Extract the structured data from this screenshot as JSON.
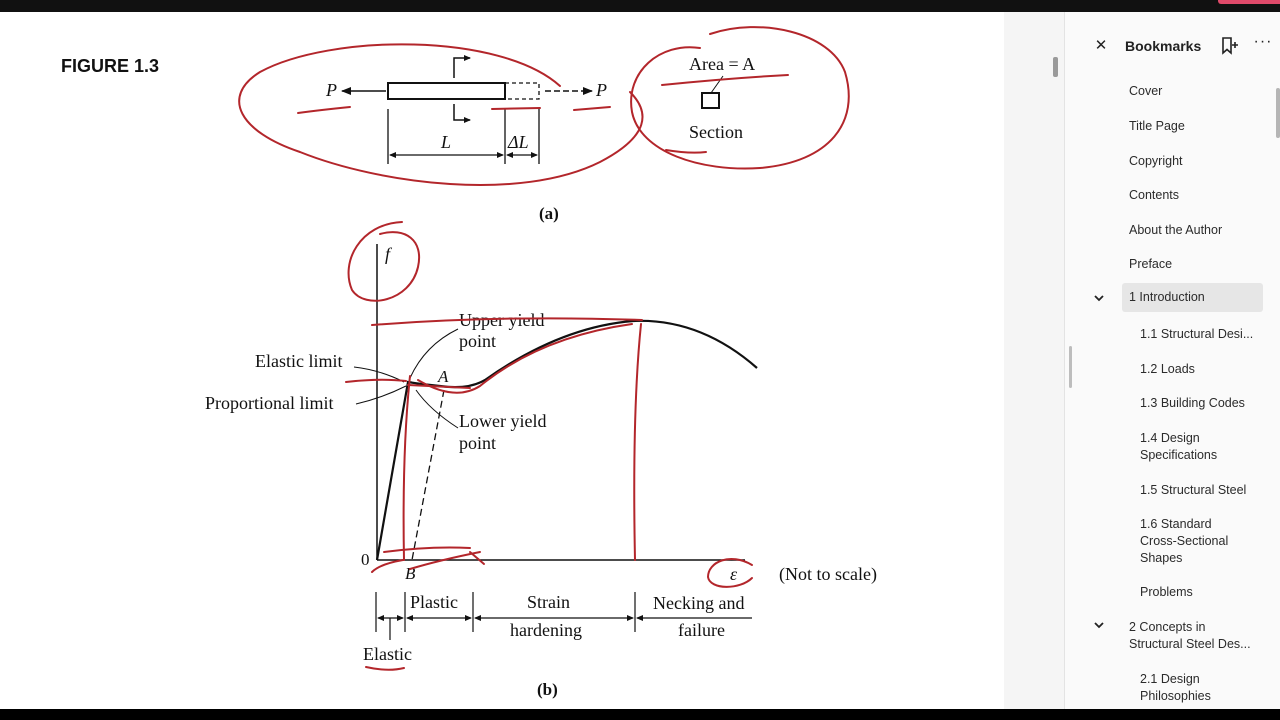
{
  "figure": {
    "label": "FIGURE 1.3",
    "part_a": {
      "load_left": "P",
      "load_right": "P",
      "length_label": "L",
      "elongation_label": "ΔL",
      "area_label": "Area = A",
      "section_label": "Section",
      "caption": "(a)"
    },
    "part_b": {
      "y_axis_label": "f",
      "x_axis_label": "ε",
      "origin_label": "0",
      "point_a": "A",
      "point_b": "B",
      "upper_yield_1": "Upper yield",
      "upper_yield_2": "point",
      "lower_yield_1": "Lower yield",
      "lower_yield_2": "point",
      "elastic_limit": "Elastic limit",
      "proportional_limit": "Proportional limit",
      "not_to_scale": "(Not to scale)",
      "region_plastic": "Plastic",
      "region_strain_1": "Strain",
      "region_strain_2": "hardening",
      "region_necking_1": "Necking and",
      "region_necking_2": "failure",
      "region_elastic": "Elastic",
      "caption": "(b)"
    }
  },
  "sidebar": {
    "title": "Bookmarks",
    "close_icon": "close-icon",
    "bookmark_icon": "add-bookmark-icon",
    "more_icon": "more-options-icon",
    "items": [
      {
        "label": "Cover",
        "level": 1
      },
      {
        "label": "Title Page",
        "level": 1
      },
      {
        "label": "Copyright",
        "level": 1
      },
      {
        "label": "Contents",
        "level": 1
      },
      {
        "label": "About the Author",
        "level": 1
      },
      {
        "label": "Preface",
        "level": 1
      },
      {
        "label": "1 Introduction",
        "level": 1,
        "expanded": true,
        "selected": true
      },
      {
        "label": "1.1 Structural Desi...",
        "level": 2
      },
      {
        "label": "1.2 Loads",
        "level": 2
      },
      {
        "label": "1.3 Building Codes",
        "level": 2
      },
      {
        "label": "1.4 Design Specifications",
        "level": 2
      },
      {
        "label": "1.5 Structural Steel",
        "level": 2
      },
      {
        "label": "1.6 Standard Cross-Sectional Shapes",
        "level": 2
      },
      {
        "label": "Problems",
        "level": 2
      },
      {
        "label": "2 Concepts in Structural Steel Des...",
        "level": 1,
        "expanded": true
      },
      {
        "label": "2.1 Design Philosophies",
        "level": 2
      }
    ]
  },
  "colors": {
    "annotation": "#b3262b",
    "ink": "#111111",
    "selected_bg": "#e6e6e6"
  }
}
